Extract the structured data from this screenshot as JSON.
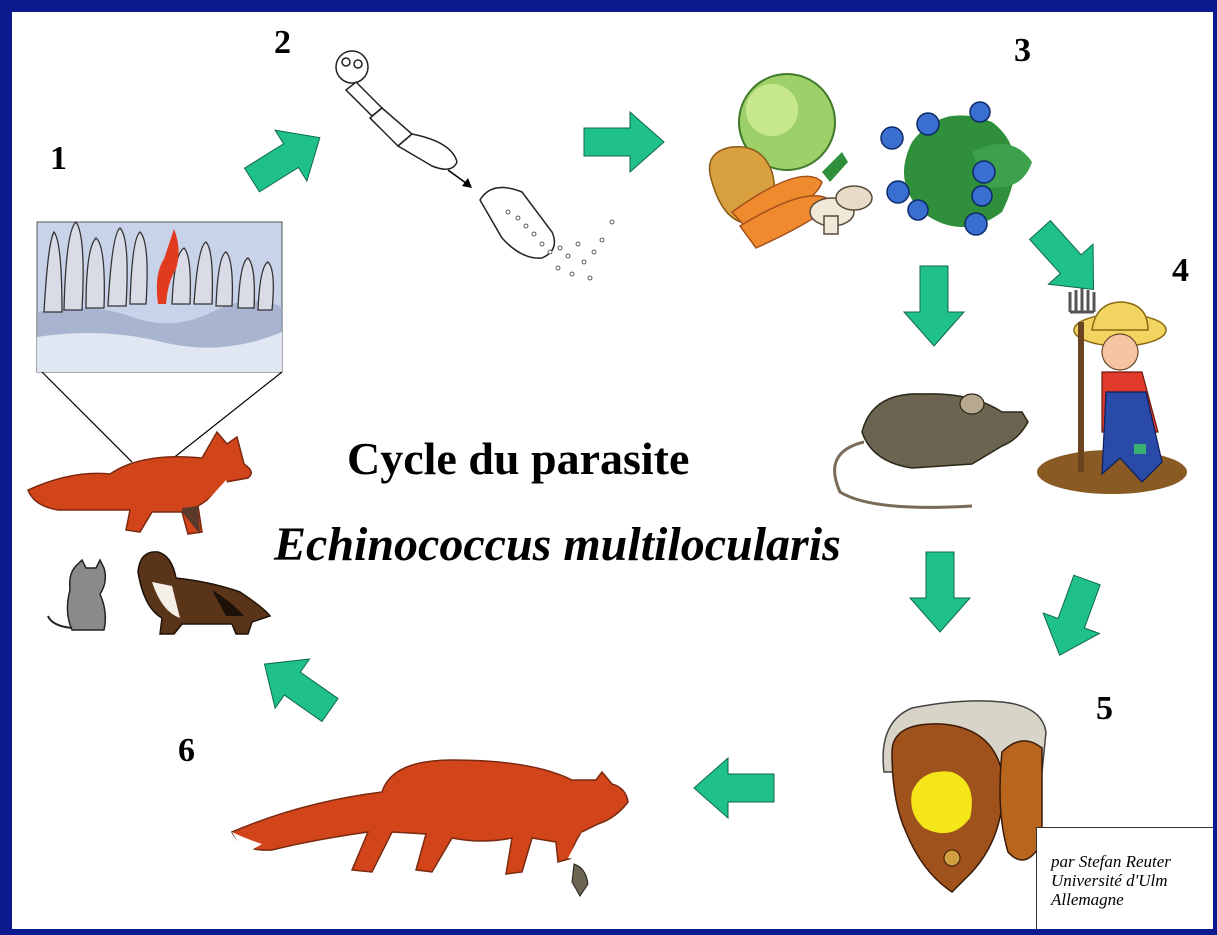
{
  "diagram": {
    "step_numbers": [
      "1",
      "2",
      "3",
      "4",
      "5",
      "6"
    ],
    "title": "Cycle du parasite",
    "subtitle": "Echinococcus multilocularis",
    "credit_lines": [
      "par Stefan Reuter",
      "Université d'Ulm",
      "Allemagne"
    ]
  },
  "colors": {
    "frame": "#0b1a8f",
    "arrow": "#1fc08a",
    "fox": "#d2441a",
    "liver": "#a0521c",
    "lesion": "#f5e61a",
    "blueberry": "#3a6fd0",
    "leaf": "#2f8f3a",
    "mouse": "#6b6450"
  },
  "icons": [
    "intestine-villi-icon",
    "tapeworm-icon",
    "egg-capsule-icon",
    "vegetables-icon",
    "blueberries-icon",
    "mouse-icon",
    "farmer-icon",
    "liver-icon",
    "fox-icon",
    "cat-icon",
    "dog-icon"
  ]
}
